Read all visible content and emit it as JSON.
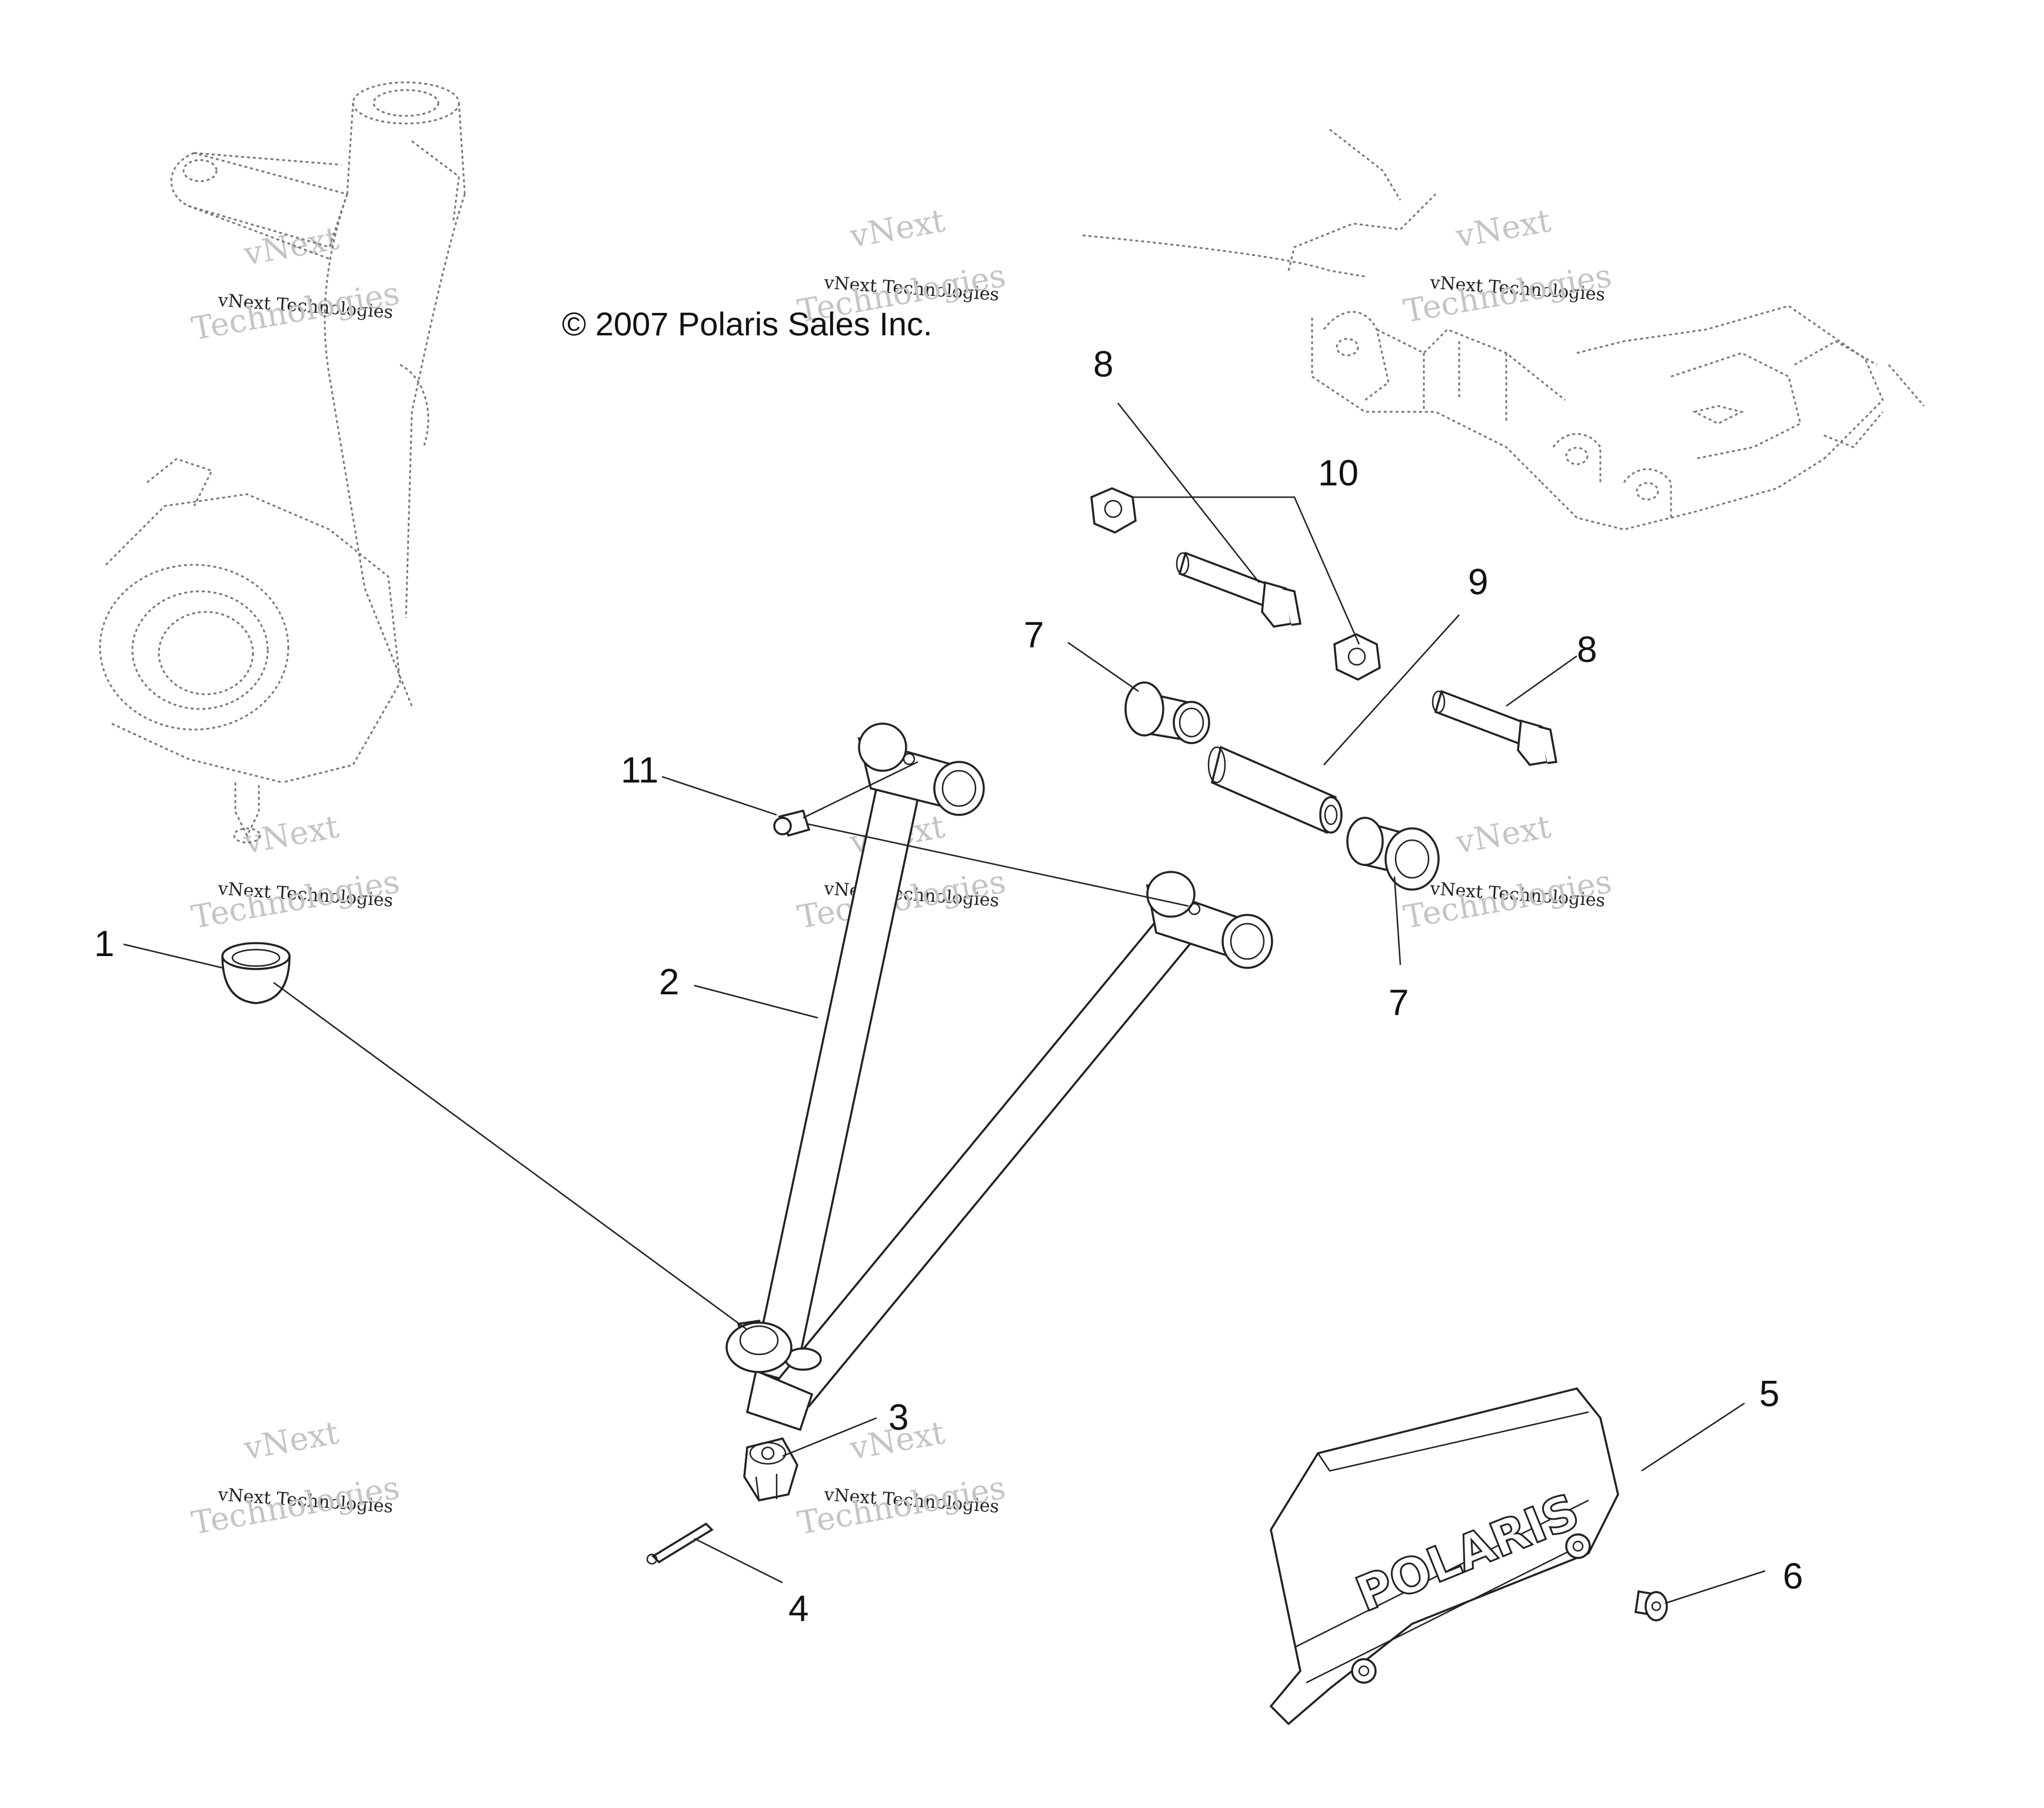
{
  "copyright": "© 2007 Polaris Sales Inc.",
  "watermark": {
    "brand": "vNext",
    "small": "vNext Technologies",
    "large": "Technologies"
  },
  "logo_text": "POLARIS",
  "callouts": {
    "c1": "1",
    "c2": "2",
    "c3": "3",
    "c4": "4",
    "c5": "5",
    "c6": "6",
    "c7a": "7",
    "c7b": "7",
    "c8a": "8",
    "c8b": "8",
    "c9": "9",
    "c10": "10",
    "c11": "11"
  }
}
